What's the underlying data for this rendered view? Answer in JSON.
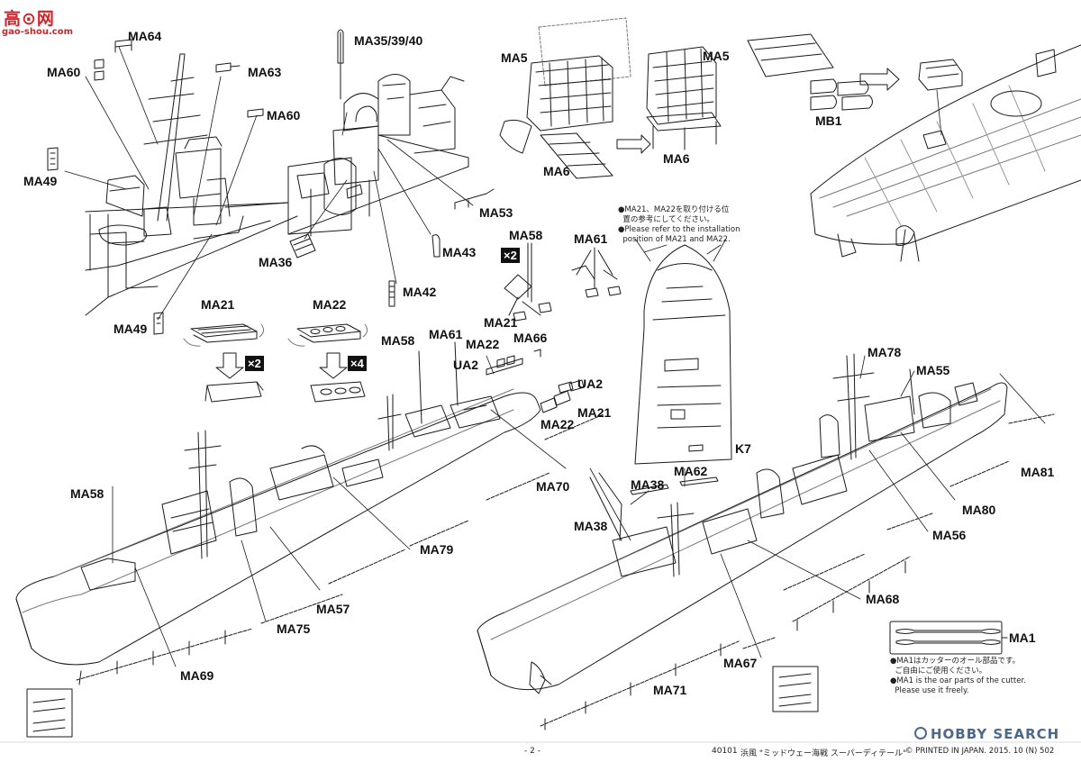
{
  "watermark_top": {
    "logo_text": "高⊙网",
    "url": "gao-shou.com"
  },
  "watermark_bottom": {
    "brand": "HOBBY SEARCH"
  },
  "labels": {
    "ma64": "MA64",
    "ma60a": "MA60",
    "ma63": "MA63",
    "ma60b": "MA60",
    "ma49a": "MA49",
    "ma49b": "MA49",
    "ma35": "MA35/39/40",
    "ma53": "MA53",
    "ma36": "MA36",
    "ma43": "MA43",
    "ma42": "MA42",
    "ma5a": "MA5",
    "ma5b": "MA5",
    "ma6a": "MA6",
    "ma6b": "MA6",
    "mb1": "MB1",
    "ma58a": "MA58",
    "ma61a": "MA61",
    "ma21a": "MA21",
    "ma22a": "MA22",
    "ma58b": "MA58",
    "ma61b": "MA61",
    "ma21b": "MA21",
    "ma22b": "MA22",
    "ma66": "MA66",
    "ua2a": "UA2",
    "ua2b": "UA2",
    "ma22c": "MA22",
    "ma21c": "MA21",
    "ma70": "MA70",
    "k7": "K7",
    "ma58c": "MA58",
    "ma79": "MA79",
    "ma57": "MA57",
    "ma75": "MA75",
    "ma69": "MA69",
    "ma78": "MA78",
    "ma55": "MA55",
    "ma81": "MA81",
    "ma80": "MA80",
    "ma56": "MA56",
    "ma38a": "MA38",
    "ma62": "MA62",
    "ma38b": "MA38",
    "ma68": "MA68",
    "ma67": "MA67",
    "ma71": "MA71",
    "ma1": "MA1"
  },
  "multipliers": {
    "x2a": "×2",
    "x2b": "×2",
    "x4": "×4"
  },
  "notes": {
    "install_note": "●MA21、MA22を取り付ける位\n  置の参考にしてください。\n●Please refer to the installation\n  position of MA21 and MA22.",
    "oar_note": "●MA1はカッターのオール部品です。\n  ご自由にご使用ください。\n●MA1 is the oar parts of the cutter.\n  Please use it freely."
  },
  "footer": {
    "page": "- 2 -",
    "code": "40101",
    "title": "浜風 \"ミッドウェー海戦 スーパーディテール\"",
    "copyright": "© PRINTED IN JAPAN. 2015. 10 (N) 502"
  },
  "colors": {
    "line": "#1a1a1a",
    "light": "#777777",
    "watermark_red": "#d0242b",
    "hobby_blue": "#4b6a8a"
  }
}
